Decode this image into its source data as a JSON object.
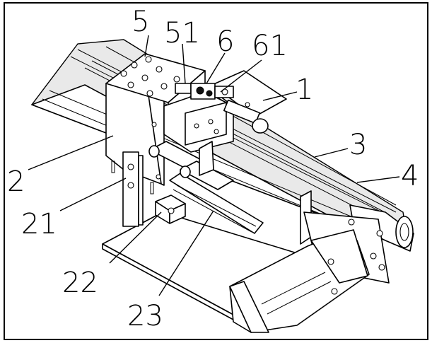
{
  "callouts": {
    "c5": "5",
    "c51": "51",
    "c6": "6",
    "c61": "61",
    "c1": "1",
    "c3": "3",
    "c4": "4",
    "c2": "2",
    "c21": "21",
    "c22": "22",
    "c23": "23"
  }
}
